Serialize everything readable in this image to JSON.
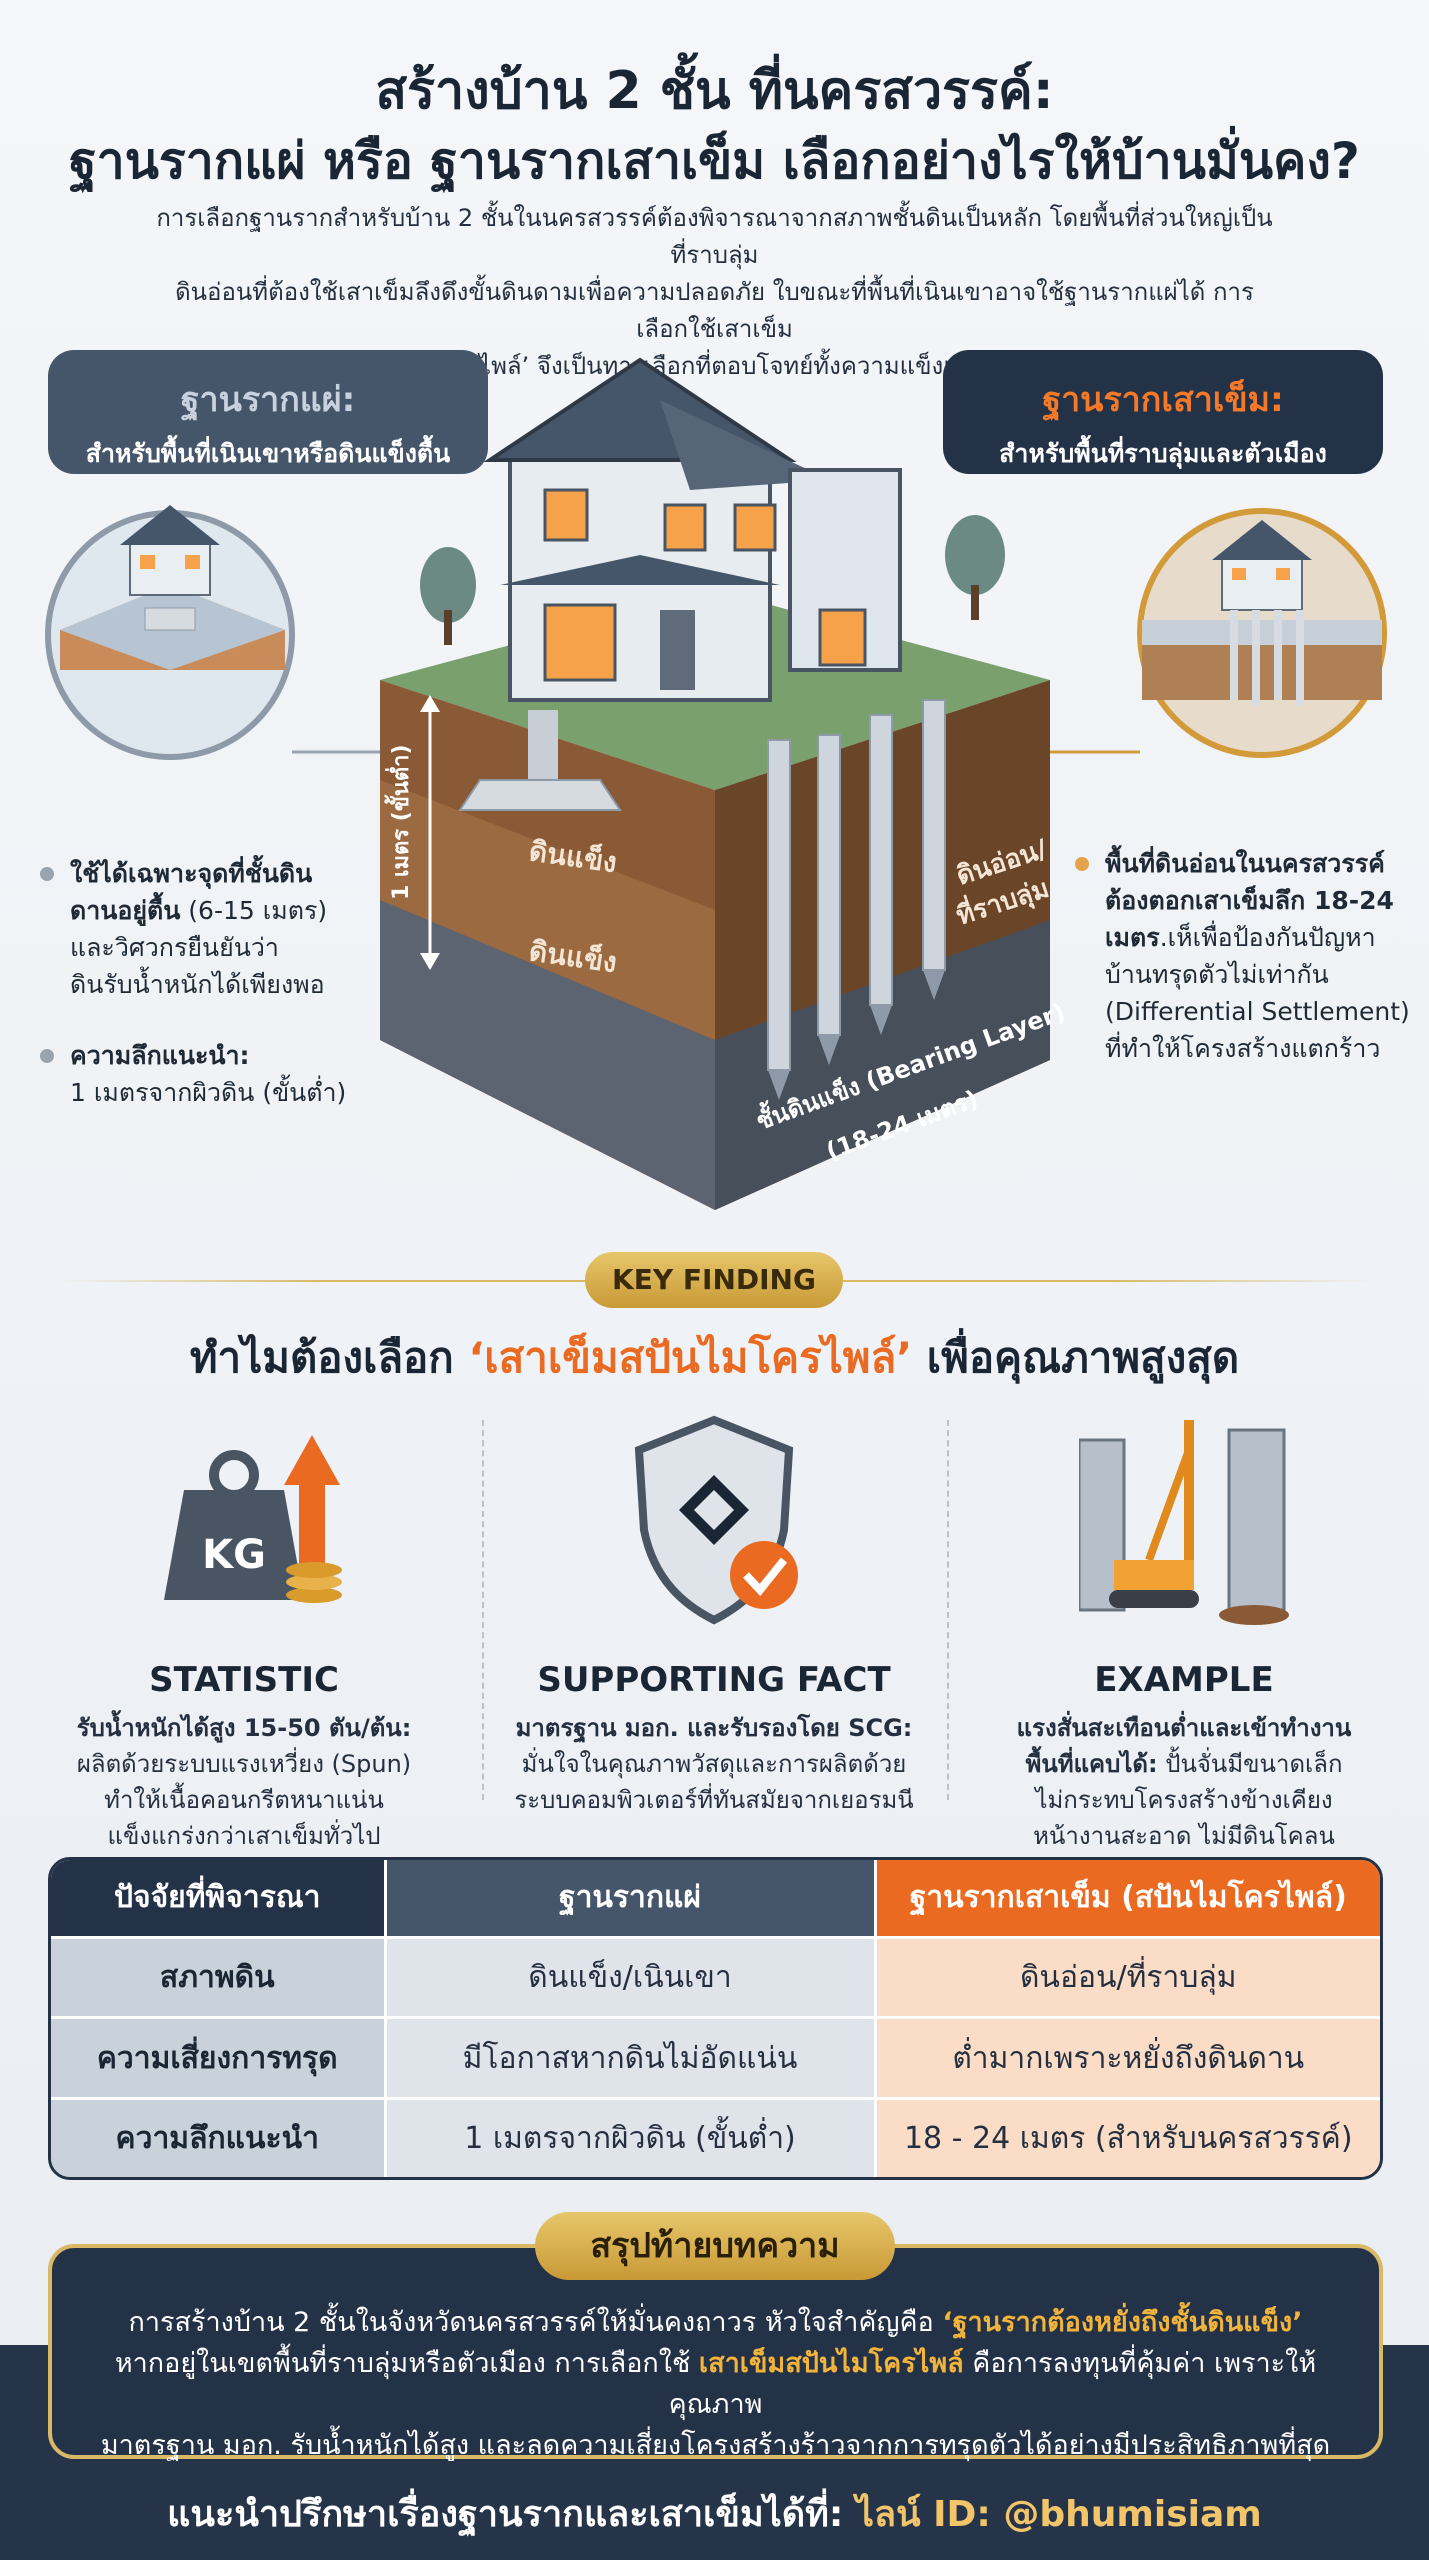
{
  "header": {
    "title_line1": "สร้างบ้าน 2 ชั้น ที่นครสวรรค์:",
    "title_line2": "ฐานรากแผ่ หรือ ฐานรากเสาเข็ม เลือกอย่างไรให้บ้านมั่นคง?",
    "intro_line1": "การเลือกฐานรากสำหรับบ้าน 2 ชั้นในนครสวรรค์ต้องพิจารณาจากสภาพชั้นดินเป็นหลัก โดยพื้นที่ส่วนใหญ่เป็นที่ราบลุ่ม",
    "intro_line2": "ดินอ่อนที่ต้องใช้เสาเข็มลึงดึงขั้นดินดามเพื่อความปลอดภัย ใบขณะที่พื้นที่เนินเขาอาจใช้ฐานรากแผ่ได้ การเลือกใช้เสาเข็ม",
    "intro_line3": "คุณภาพสูงอย่าง ‘สปันไมโครไพล์’ จึงเป็นทางเลือกที่ตอบโจทย์ทั้งความแข็งแรงและข้อจำกัดของหน้างาน"
  },
  "left_tag": {
    "title": "ฐานรากแผ่:",
    "subtitle": "สำหรับพื้นที่เนินเขาหรือดินแข็งตื้น"
  },
  "right_tag": {
    "title": "ฐานรากเสาเข็ม:",
    "subtitle": "สำหรับพื้นที่ราบลุ่มและตัวเมือง"
  },
  "left_notes": {
    "note1_bold1": "ใช้ได้เฉพาะจุดที่ชั้นดิน",
    "note1_bold2": "ดานอยู่ตื้น",
    "note1_rest1": " (6-15 เมตร)",
    "note1_line3": "และวิศวกรยืนยันว่า",
    "note1_line4": "ดินรับน้ำหนักได้เพียงพอ",
    "note2_bold": "ความลึกแนะนำ:",
    "note2_line2": "1 เมตรจากผิวดิน (ขั้นต่ำ)"
  },
  "right_notes": {
    "bold1": "พื้นที่ดินอ่อนในนครสวรรค์",
    "bold2": "ต้องตอกเสาเข็มลึก 18-24",
    "bold3": "เมตร",
    "line3_rest": ".เห็เพื่อป้องกันปัญหา",
    "line4": "บ้านทรุดตัวไม่เท่ากัน",
    "line5": "(Differential Settlement)",
    "line6": "ที่ทำให้โครงสร้างแตกร้าว"
  },
  "diagram": {
    "depth_label": "1 เมตร (ขั้นต่ำ)",
    "soil_top": "ดินแข็ง",
    "soil_mid": "ดินแข็ง",
    "soft_soil_1": "ดินอ่อน/",
    "soft_soil_2": "ที่ราบลุ่ม",
    "bearing_1": "ชั้นดินแข็ง (Bearing Layer)",
    "bearing_2": "(18-24 เมตร)",
    "kg_label": "KG"
  },
  "key_finding": {
    "badge": "KEY FINDING",
    "heading_pre": "ทำไมต้องเลือก ",
    "heading_hl": "‘เสาเข็มสปันไมโครไพล์’",
    "heading_post": " เพื่อคุณภาพสูงสุด"
  },
  "columns": [
    {
      "head": "STATISTIC",
      "bold": "รับน้ำหนักได้สูง 15-50 ตัน/ต้น:",
      "line2": "ผลิตด้วยระบบแรงเหวี่ยง (Spun)",
      "line3": "ทำให้เนื้อคอนกรีตหนาแน่น",
      "line4": "แข็งแกร่งกว่าเสาเข็มทั่วไป"
    },
    {
      "head": "SUPPORTING FACT",
      "bold": "มาตรฐาน มอก. และรับรองโดย SCG:",
      "line2": "มั่นใจในคุณภาพวัสดุและการผลิตด้วย",
      "line3": "ระบบคอมพิวเตอร์ที่ทันสมัยจากเยอรมนี",
      "line4": ""
    },
    {
      "head": "EXAMPLE",
      "bold": "แรงสั่นสะเทือนต่ำและเข้าทำงาน",
      "bold2": "พื้นที่แคบได้:",
      "line2_rest": " ปั้นจั่นมีขนาดเล็ก",
      "line3": "ไม่กระทบโครงสร้างข้างเคียง",
      "line4": "หน้างานสะอาด ไม่มีดินโคลน"
    }
  ],
  "table": {
    "headers": [
      "ปัจจัยที่พิจารณา",
      "ฐานรากแผ่",
      "ฐานรากเสาเข็ม (สปันไมโครไพล์)"
    ],
    "rows": [
      [
        "สภาพดิน",
        "ดินแข็ง/เนินเขา",
        "ดินอ่อน/ที่ราบลุ่ม"
      ],
      [
        "ความเสี่ยงการทรุด",
        "มีโอกาสหากดินไม่อัดแน่น",
        "ต่ำมากเพราะหยั่งถึงดินดาน"
      ],
      [
        "ความลึกแนะนำ",
        "1 เมตรจากผิวดิน (ขั้นต่ำ)",
        "18 - 24 เมตร (สำหรับนครสวรรค์)"
      ]
    ]
  },
  "summary": {
    "badge": "สรุปท้ายบทความ",
    "line1_pre": "การสร้างบ้าน 2 ชั้นในจังหวัดนครสวรรค์ให้มั่นคงถาวร หัวใจสำคัญคือ ",
    "line1_hl": "‘ฐานรากต้องหยั่งถึงชั้นดินแข็ง’",
    "line2_pre": "หากอยู่ในเขตพื้นที่ราบลุ่มหรือตัวเมือง การเลือกใช้ ",
    "line2_hl": "เสาเข็มสปันไมโครไพล์",
    "line2_post": " คือการลงทุนที่คุ้มค่า เพราะให้คุณภาพ",
    "line3": "มาตรฐาน มอก. รับน้ำหนักได้สูง และลดความเสี่ยงโครงสร้างร้าวจากการทรุดตัวได้อย่างมีประสิทธิภาพที่สุด"
  },
  "cta": {
    "pre": "แนะนำปรึกษาเรื่องฐานรากและเสาเข็มได้ที่: ",
    "hl": "ไลน์ ID: @bhumisiam"
  },
  "colors": {
    "accent": "#ea6a22",
    "navy": "#243247",
    "gold": "#d9b866",
    "slate": "#46566a"
  }
}
